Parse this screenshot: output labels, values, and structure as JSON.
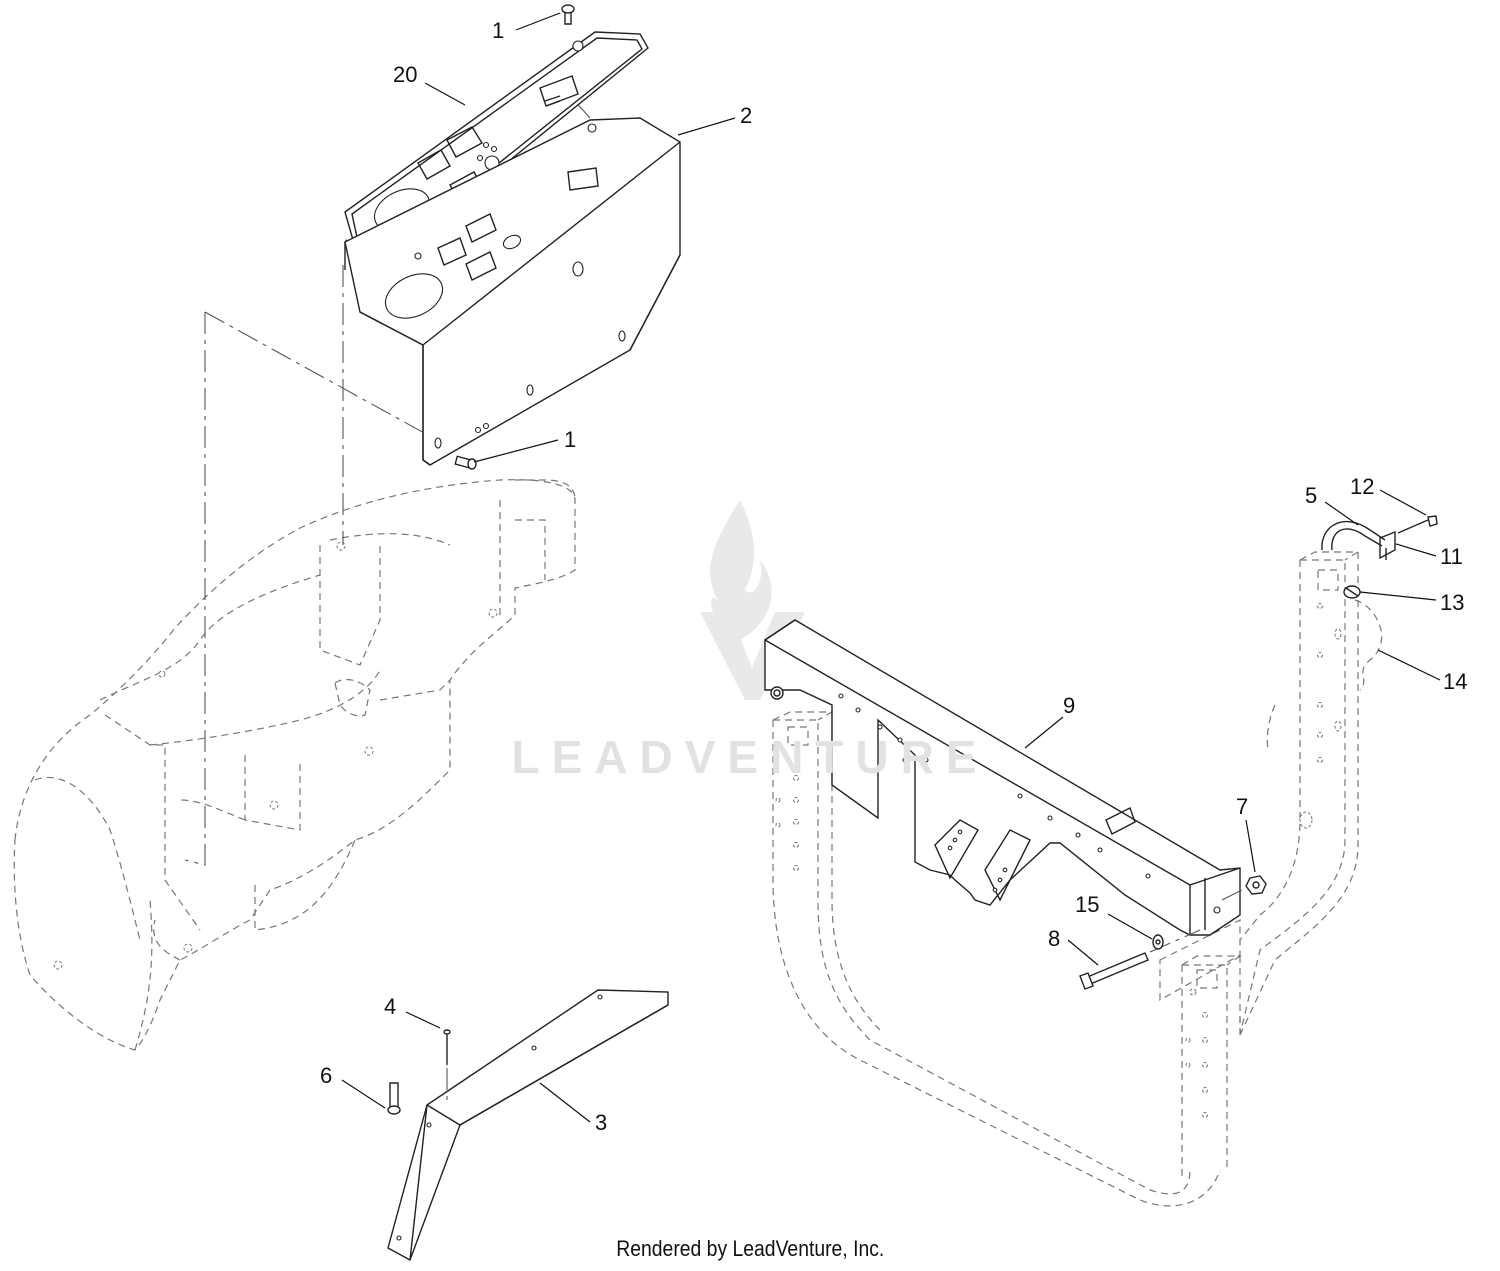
{
  "diagram": {
    "callouts": [
      {
        "id": "c1a",
        "label": "1"
      },
      {
        "id": "c20",
        "label": "20"
      },
      {
        "id": "c2",
        "label": "2"
      },
      {
        "id": "c1b",
        "label": "1"
      },
      {
        "id": "c12",
        "label": "12"
      },
      {
        "id": "c5",
        "label": "5"
      },
      {
        "id": "c11",
        "label": "11"
      },
      {
        "id": "c13",
        "label": "13"
      },
      {
        "id": "c14",
        "label": "14"
      },
      {
        "id": "c9",
        "label": "9"
      },
      {
        "id": "c7",
        "label": "7"
      },
      {
        "id": "c15",
        "label": "15"
      },
      {
        "id": "c8",
        "label": "8"
      },
      {
        "id": "c4",
        "label": "4"
      },
      {
        "id": "c6",
        "label": "6"
      },
      {
        "id": "c3",
        "label": "3"
      }
    ],
    "watermark_text": "LEADVENTURE",
    "footer": "Rendered by LeadVenture, Inc."
  }
}
